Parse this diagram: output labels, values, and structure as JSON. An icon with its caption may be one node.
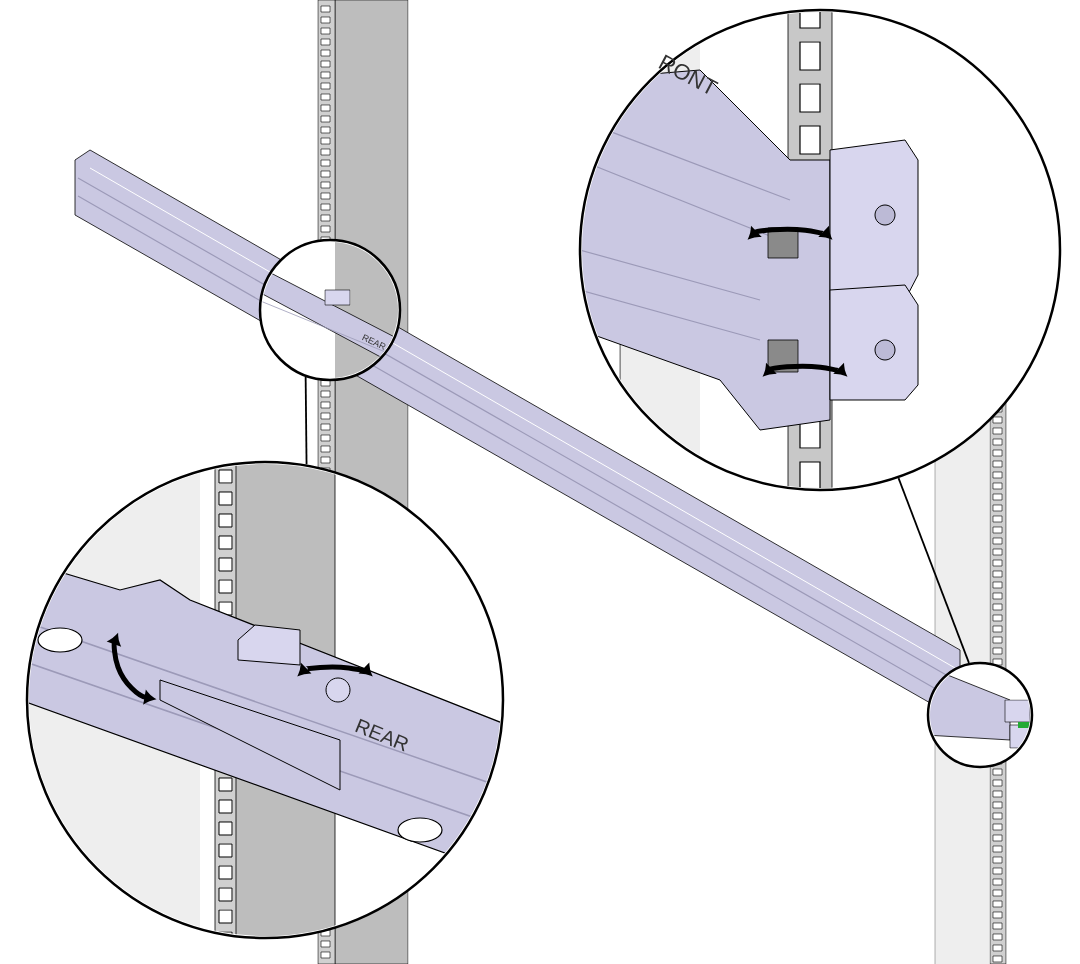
{
  "diagram": {
    "nodes": [
      {
        "text": [],
        "shape": "circle"
      },
      {
        "text": [],
        "shape": "circle"
      },
      {
        "text": [],
        "shape": "circle"
      },
      {
        "text": [],
        "shape": "circle"
      }
    ],
    "edges": [
      {
        "from": 1,
        "to": 2,
        "arrow": "none"
      },
      {
        "from": 3,
        "to": 0,
        "arrow": "none"
      }
    ],
    "labels": [
      "RONT",
      "REAR",
      "REAR"
    ]
  }
}
